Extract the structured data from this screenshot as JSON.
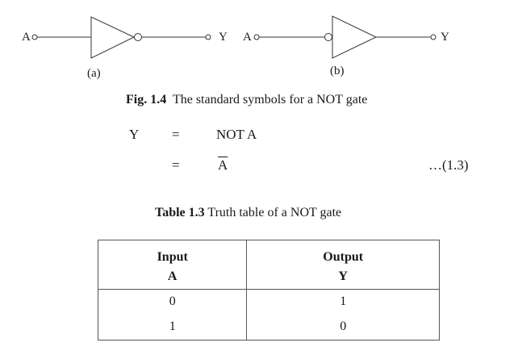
{
  "figure": {
    "gate_a": {
      "input_label": "A",
      "output_label": "Y",
      "sub_caption": "(a)"
    },
    "gate_b": {
      "input_label": "A",
      "output_label": "Y",
      "sub_caption": "(b)"
    },
    "caption_bold": "Fig. 1.4",
    "caption_text": "The standard symbols for a NOT gate"
  },
  "equation": {
    "lhs": "Y",
    "eq1": "=",
    "rhs1": "NOT A",
    "eq2": "=",
    "rhs2": "A",
    "number": "…(1.3)"
  },
  "table": {
    "caption_bold": "Table 1.3",
    "caption_text": "Truth table of a NOT gate",
    "headers": [
      "Input",
      "Output"
    ],
    "subheaders": [
      "A",
      "Y"
    ],
    "rows": [
      [
        "0",
        "1"
      ],
      [
        "1",
        "0"
      ]
    ]
  }
}
